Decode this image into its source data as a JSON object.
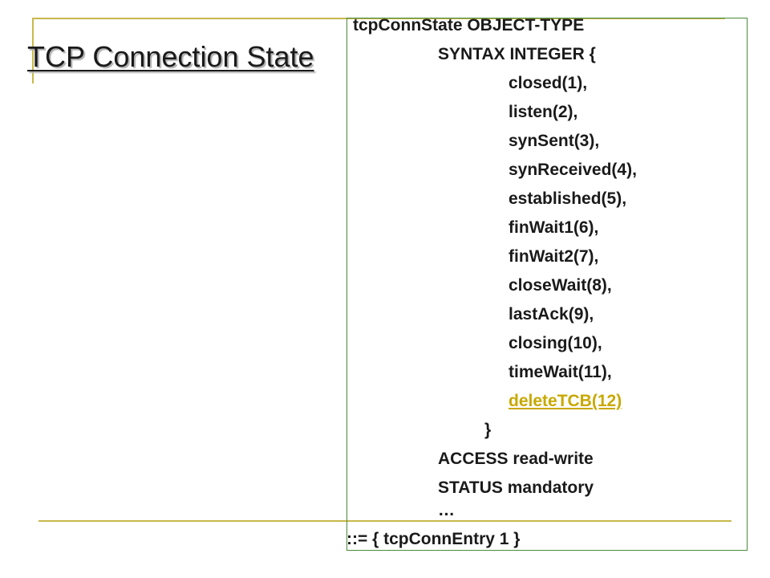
{
  "title": "TCP Connection State",
  "accent_color": "#c8b84a",
  "box_border_color": "#4a8a3a",
  "highlight_color": "#c8a800",
  "code": {
    "header": "tcpConnState OBJECT-TYPE",
    "syntax": "SYNTAX  INTEGER {",
    "values": [
      "closed(1),",
      "listen(2),",
      "synSent(3),",
      "synReceived(4),",
      "established(5),",
      "finWait1(6),",
      "finWait2(7),",
      "closeWait(8),",
      "lastAck(9),",
      "closing(10),",
      "timeWait(11),",
      "deleteTCB(12)"
    ],
    "close_brace": "}",
    "access": "ACCESS  read-write",
    "status": "STATUS  mandatory",
    "ellipsis": "…",
    "assignment": "::= { tcpConnEntry 1 }"
  }
}
